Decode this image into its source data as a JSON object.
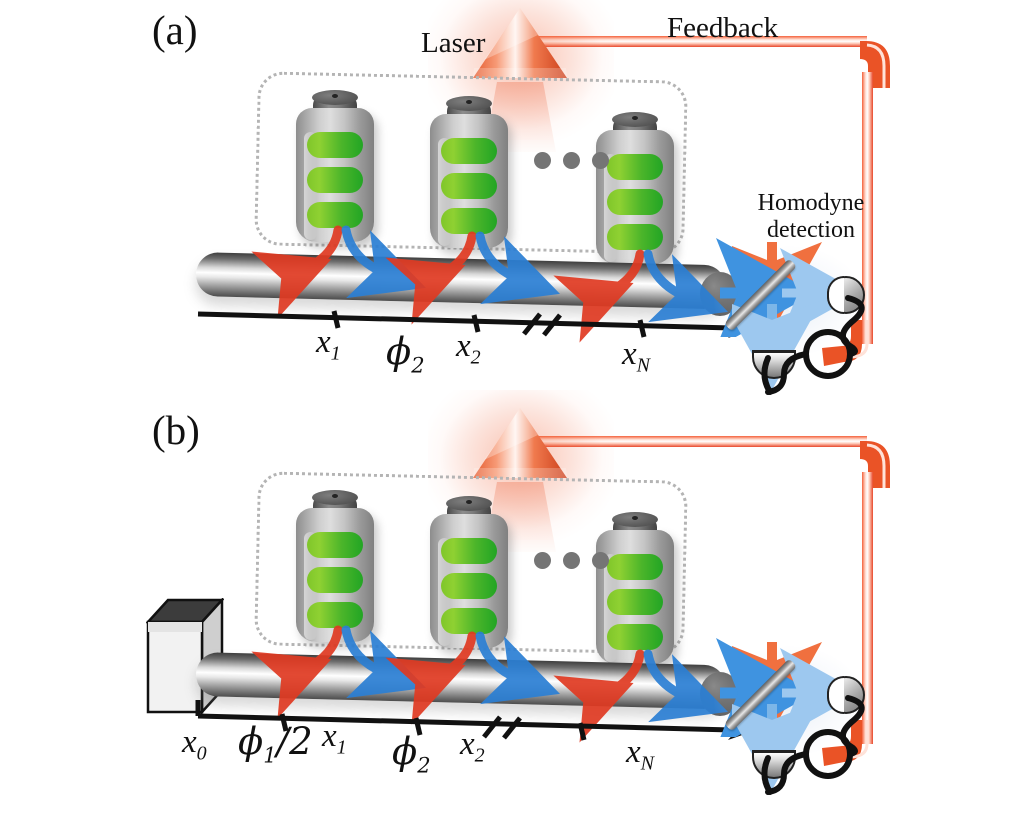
{
  "figure": {
    "title": "Cascaded atomic ensembles coupled to a waveguide with coherent feedback",
    "background": "#ffffff"
  },
  "colors": {
    "laser_red": "#ea5326",
    "feedback_orange": "#ea5326",
    "arrow_red": "#e03a22",
    "arrow_blue": "#2b7fd4",
    "atom_green": "#4bb52a",
    "cell_gray": "#c4c4c4",
    "dotted_box": "#b4b4b4",
    "axis_black": "#111111",
    "waveguide_silver": "#d8d8d8"
  },
  "panels": [
    {
      "id": "a",
      "label": "(a)",
      "has_mirror": false,
      "annotations": {
        "laser": "Laser",
        "feedback": "Feedback",
        "homodyne_line1": "Homodyne",
        "homodyne_line2": "detection"
      },
      "axis": {
        "ticks": [
          {
            "name": "x1",
            "base": "x",
            "sub": "1"
          },
          {
            "name": "x2",
            "base": "x",
            "sub": "2"
          },
          {
            "name": "xN",
            "base": "x",
            "sub": "N"
          }
        ],
        "phases": [
          {
            "name": "phi2",
            "base": "ϕ",
            "sub": "2",
            "suffix": ""
          }
        ],
        "break_symbol": "//",
        "arrow_end": true
      },
      "cells": [
        {
          "index": 1,
          "bars": 3
        },
        {
          "index": 2,
          "bars": 3
        },
        {
          "index": 3,
          "bars": 3
        }
      ],
      "ellipsis_dots": 3,
      "detectors": 2
    },
    {
      "id": "b",
      "label": "(b)",
      "has_mirror": true,
      "annotations": {
        "laser": "",
        "feedback": "",
        "homodyne_line1": "",
        "homodyne_line2": ""
      },
      "axis": {
        "ticks": [
          {
            "name": "x0",
            "base": "x",
            "sub": "0"
          },
          {
            "name": "x1",
            "base": "x",
            "sub": "1"
          },
          {
            "name": "x2",
            "base": "x",
            "sub": "2"
          },
          {
            "name": "xN",
            "base": "x",
            "sub": "N"
          }
        ],
        "phases": [
          {
            "name": "phi1half",
            "base": "ϕ",
            "sub": "1",
            "suffix": "/2"
          },
          {
            "name": "phi2",
            "base": "ϕ",
            "sub": "2",
            "suffix": ""
          }
        ],
        "break_symbol": "//",
        "arrow_end": true
      },
      "cells": [
        {
          "index": 1,
          "bars": 3
        },
        {
          "index": 2,
          "bars": 3
        },
        {
          "index": 3,
          "bars": 3
        }
      ],
      "ellipsis_dots": 3,
      "detectors": 2
    }
  ],
  "labels": {
    "panel_a": "(a)",
    "panel_b": "(b)",
    "laser": "Laser",
    "feedback": "Feedback",
    "homodyne_1": "Homodyne",
    "homodyne_2": "detection",
    "x0": "x",
    "x0_sub": "0",
    "x1": "x",
    "x1_sub": "1",
    "x2": "x",
    "x2_sub": "2",
    "xN": "x",
    "xN_sub": "N",
    "phi": "ϕ",
    "phi1_sub": "1",
    "phi2_sub": "2",
    "phi1_suffix": "/2"
  }
}
